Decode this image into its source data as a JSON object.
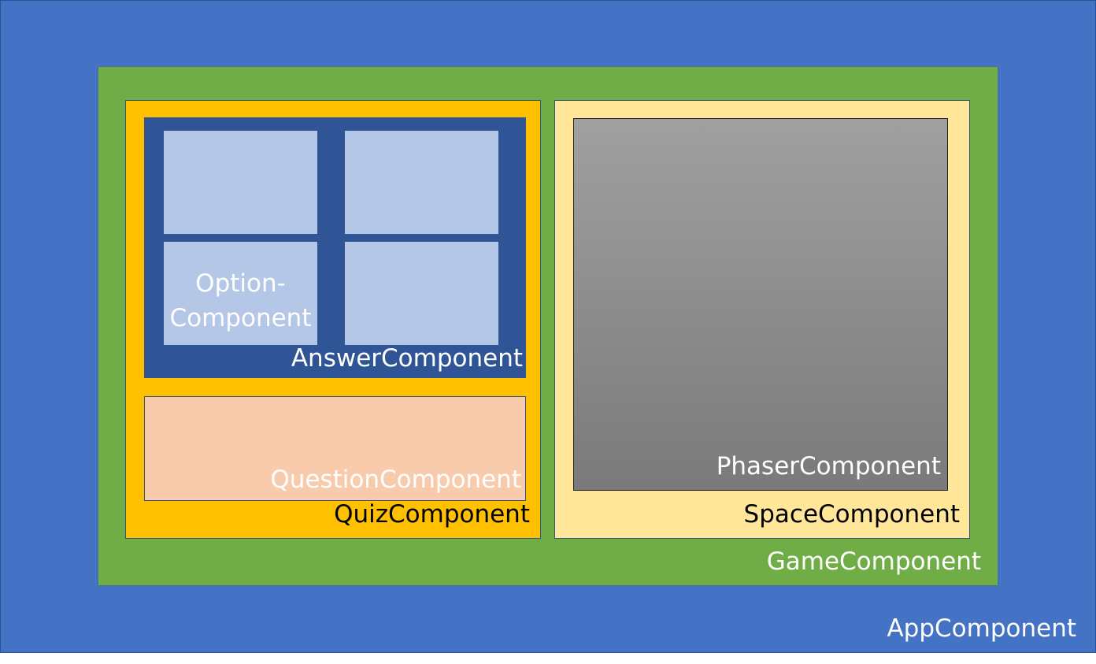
{
  "colors": {
    "app": "#4472c4",
    "game": "#70ad47",
    "quiz": "#ffc000",
    "space": "#ffe699",
    "answer": "#2f5597",
    "option": "#b4c7e7",
    "question": "#f8cbad",
    "phaser_top": "#a0a0a0",
    "phaser_bottom": "#7a7a7a",
    "text_light": "#ffffff",
    "text_dark": "#000000"
  },
  "labels": {
    "app": "AppComponent",
    "game": "GameComponent",
    "quiz": "QuizComponent",
    "space": "SpaceComponent",
    "answer": "AnswerComponent",
    "question": "QuestionComponent",
    "phaser": "PhaserComponent",
    "option_line1": "Option-",
    "option_line2": "Component"
  }
}
